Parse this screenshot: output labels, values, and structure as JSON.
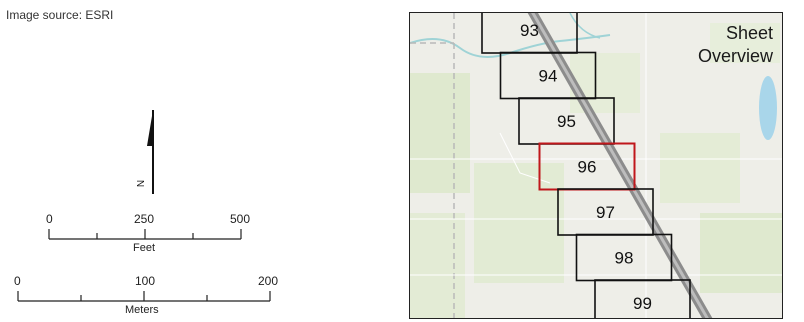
{
  "image_source": "Image source: ESRI",
  "north_arrow": {
    "letter": "N",
    "icon": "north-arrow-icon"
  },
  "scale_feet": {
    "ticks": [
      "0",
      "250",
      "500"
    ],
    "unit": "Feet"
  },
  "scale_meters": {
    "ticks": [
      "0",
      "100",
      "200"
    ],
    "unit": "Meters"
  },
  "overview": {
    "title_line1": "Sheet",
    "title_line2": "Overview",
    "highlight_color": "#c0171b",
    "sheets": [
      {
        "label": "93",
        "highlighted": false
      },
      {
        "label": "94",
        "highlighted": false
      },
      {
        "label": "95",
        "highlighted": false
      },
      {
        "label": "96",
        "highlighted": true
      },
      {
        "label": "97",
        "highlighted": false
      },
      {
        "label": "98",
        "highlighted": false
      },
      {
        "label": "99",
        "highlighted": false
      }
    ]
  }
}
